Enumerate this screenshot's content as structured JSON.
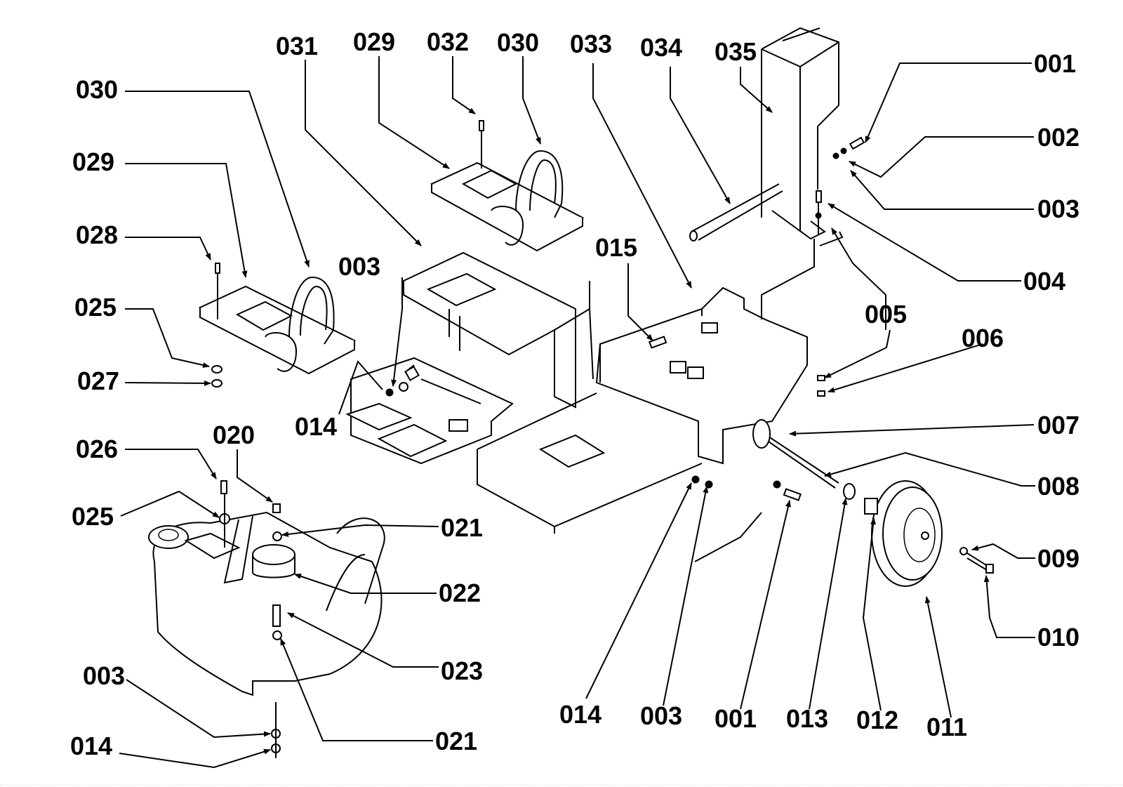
{
  "diagram": {
    "type": "exploded-parts-diagram",
    "callouts": [
      {
        "id": "c-001a",
        "label": "001"
      },
      {
        "id": "c-002",
        "label": "002"
      },
      {
        "id": "c-003a",
        "label": "003"
      },
      {
        "id": "c-004",
        "label": "004"
      },
      {
        "id": "c-005",
        "label": "005"
      },
      {
        "id": "c-006",
        "label": "006"
      },
      {
        "id": "c-007",
        "label": "007"
      },
      {
        "id": "c-008",
        "label": "008"
      },
      {
        "id": "c-009",
        "label": "009"
      },
      {
        "id": "c-010",
        "label": "010"
      },
      {
        "id": "c-011",
        "label": "011"
      },
      {
        "id": "c-012",
        "label": "012"
      },
      {
        "id": "c-013",
        "label": "013"
      },
      {
        "id": "c-001b",
        "label": "001"
      },
      {
        "id": "c-003b",
        "label": "003"
      },
      {
        "id": "c-014a",
        "label": "014"
      },
      {
        "id": "c-015",
        "label": "015"
      },
      {
        "id": "c-033",
        "label": "033"
      },
      {
        "id": "c-034",
        "label": "034"
      },
      {
        "id": "c-035",
        "label": "035"
      },
      {
        "id": "c-030a",
        "label": "030"
      },
      {
        "id": "c-032",
        "label": "032"
      },
      {
        "id": "c-029a",
        "label": "029"
      },
      {
        "id": "c-031",
        "label": "031"
      },
      {
        "id": "c-030b",
        "label": "030"
      },
      {
        "id": "c-029b",
        "label": "029"
      },
      {
        "id": "c-028",
        "label": "028"
      },
      {
        "id": "c-025a",
        "label": "025"
      },
      {
        "id": "c-027",
        "label": "027"
      },
      {
        "id": "c-003c",
        "label": "003"
      },
      {
        "id": "c-014b",
        "label": "014"
      },
      {
        "id": "c-026",
        "label": "026"
      },
      {
        "id": "c-020",
        "label": "020"
      },
      {
        "id": "c-025b",
        "label": "025"
      },
      {
        "id": "c-021a",
        "label": "021"
      },
      {
        "id": "c-022",
        "label": "022"
      },
      {
        "id": "c-023",
        "label": "023"
      },
      {
        "id": "c-021b",
        "label": "021"
      },
      {
        "id": "c-003d",
        "label": "003"
      },
      {
        "id": "c-014c",
        "label": "014"
      }
    ]
  }
}
